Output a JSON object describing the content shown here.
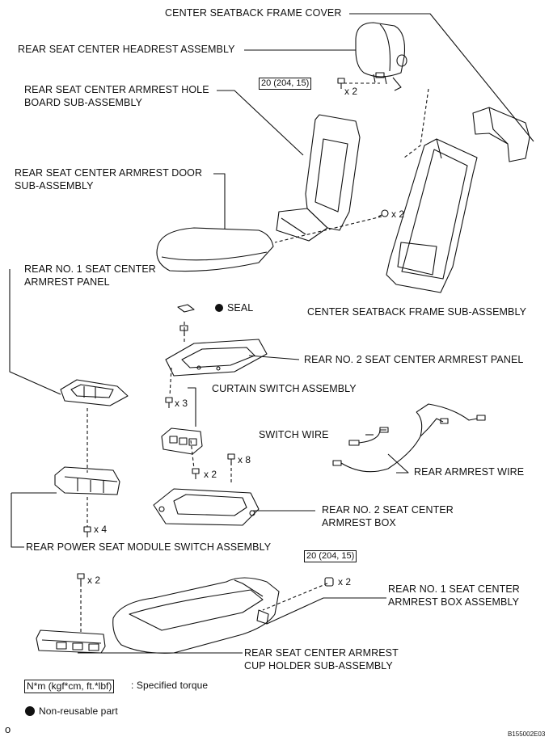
{
  "labels": {
    "center_seatback_frame_cover": "CENTER SEATBACK FRAME COVER",
    "rear_seat_center_headrest_assembly": "REAR SEAT CENTER HEADREST ASSEMBLY",
    "rear_seat_center_armrest_hole_board_line1": "REAR SEAT CENTER ARMREST HOLE",
    "rear_seat_center_armrest_hole_board_line2": "BOARD SUB-ASSEMBLY",
    "rear_seat_center_armrest_door_line1": "REAR SEAT CENTER ARMREST DOOR",
    "rear_seat_center_armrest_door_line2": "SUB-ASSEMBLY",
    "rear_no1_seat_center_armrest_panel_line1": "REAR NO. 1 SEAT CENTER",
    "rear_no1_seat_center_armrest_panel_line2": "ARMREST PANEL",
    "seal": "SEAL",
    "center_seatback_frame_sub_assembly": "CENTER SEATBACK FRAME SUB-ASSEMBLY",
    "rear_no2_seat_center_armrest_panel": "REAR NO. 2 SEAT CENTER ARMREST PANEL",
    "curtain_switch_assembly": "CURTAIN SWITCH ASSEMBLY",
    "switch_wire": "SWITCH WIRE",
    "rear_armrest_wire": "REAR ARMREST WIRE",
    "rear_no2_seat_center_armrest_box_line1": "REAR NO. 2 SEAT CENTER",
    "rear_no2_seat_center_armrest_box_line2": "ARMREST BOX",
    "rear_power_seat_module_switch_assembly": "REAR POWER SEAT MODULE SWITCH ASSEMBLY",
    "rear_no1_seat_center_armrest_box_line1": "REAR NO. 1 SEAT CENTER",
    "rear_no1_seat_center_armrest_box_line2": "ARMREST BOX ASSEMBLY",
    "cup_holder_line1": "REAR SEAT CENTER ARMREST",
    "cup_holder_line2": "CUP HOLDER SUB-ASSEMBLY"
  },
  "torque": {
    "headrest_bolt": "20 (204, 15)",
    "box_nut": "20 (204, 15)"
  },
  "quantities": {
    "headrest_bolt": "x 2",
    "door_screw": "x 2",
    "panel_screw": "x 3",
    "switch_screw": "x 2",
    "box_screw": "x 8",
    "module_screw": "x 4",
    "cup_holder_screw": "x 2",
    "box_nut": "x 2"
  },
  "legend": {
    "torque_unit": "N*m (kgf*cm, ft.*lbf)",
    "torque_desc": ": Specified torque",
    "non_reusable": "Non-reusable part"
  },
  "footer": {
    "left_mark": "o",
    "figure_code": "B155002E03"
  }
}
